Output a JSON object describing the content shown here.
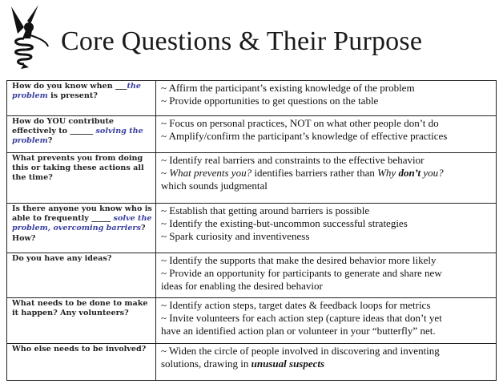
{
  "title": "Core Questions & Their Purpose",
  "rows": [
    {
      "q1": "How do you know when ___",
      "q_em": "the problem",
      "q2": " is present?",
      "p": [
        "~ Affirm the participant’s existing knowledge of the problem",
        "~ Provide opportunities to get questions on the table"
      ]
    },
    {
      "q1": "How do YOU contribute effectively to ______ ",
      "q_em": "solving the problem",
      "q2": "?",
      "p": [
        "~ Focus on personal practices, NOT on what other people don’t do",
        "~ Amplify/confirm the participant’s knowledge of effective practices"
      ]
    },
    {
      "q1": "What prevents you from doing this or taking these actions all the time?",
      "p": [
        "~ Identify real barriers and constraints to the effective behavior"
      ],
      "p2a": "~ ",
      "p2b": "What prevents you?",
      "p2c": " identifies barriers rather than ",
      "p2d": "Why ",
      "p2e": "don’t",
      "p2f": " you?",
      "p3": "which sounds judgmental"
    },
    {
      "q1": "Is there anyone you know who is able to frequently _____ ",
      "q_em": "solve the problem, overcoming barriers",
      "q2": "? How?",
      "p": [
        "~ Establish that getting around barriers is possible",
        "~ Identify the existing-but-uncommon successful strategies",
        "~ Spark curiosity and inventiveness"
      ]
    },
    {
      "q1": "Do you have any ideas?",
      "p": [
        "~ Identify the supports that make the desired behavior more likely",
        "~ Provide an opportunity for participants to generate and share new",
        "ideas for enabling the desired behavior"
      ]
    },
    {
      "q1": "What needs to be done to make it happen?  Any volunteers?",
      "p": [
        "~ Identify action steps, target dates & feedback loops for metrics",
        "~ Invite volunteers for each action step (capture ideas that don’t yet",
        "have an identified action plan or volunteer in your “butterfly” net."
      ]
    },
    {
      "q1": "Who else needs to be involved?",
      "p": [
        "~ Widen the circle of people involved in discovering and inventing"
      ],
      "p2a": "solutions, drawing in ",
      "p2b": "unusual suspects"
    }
  ]
}
